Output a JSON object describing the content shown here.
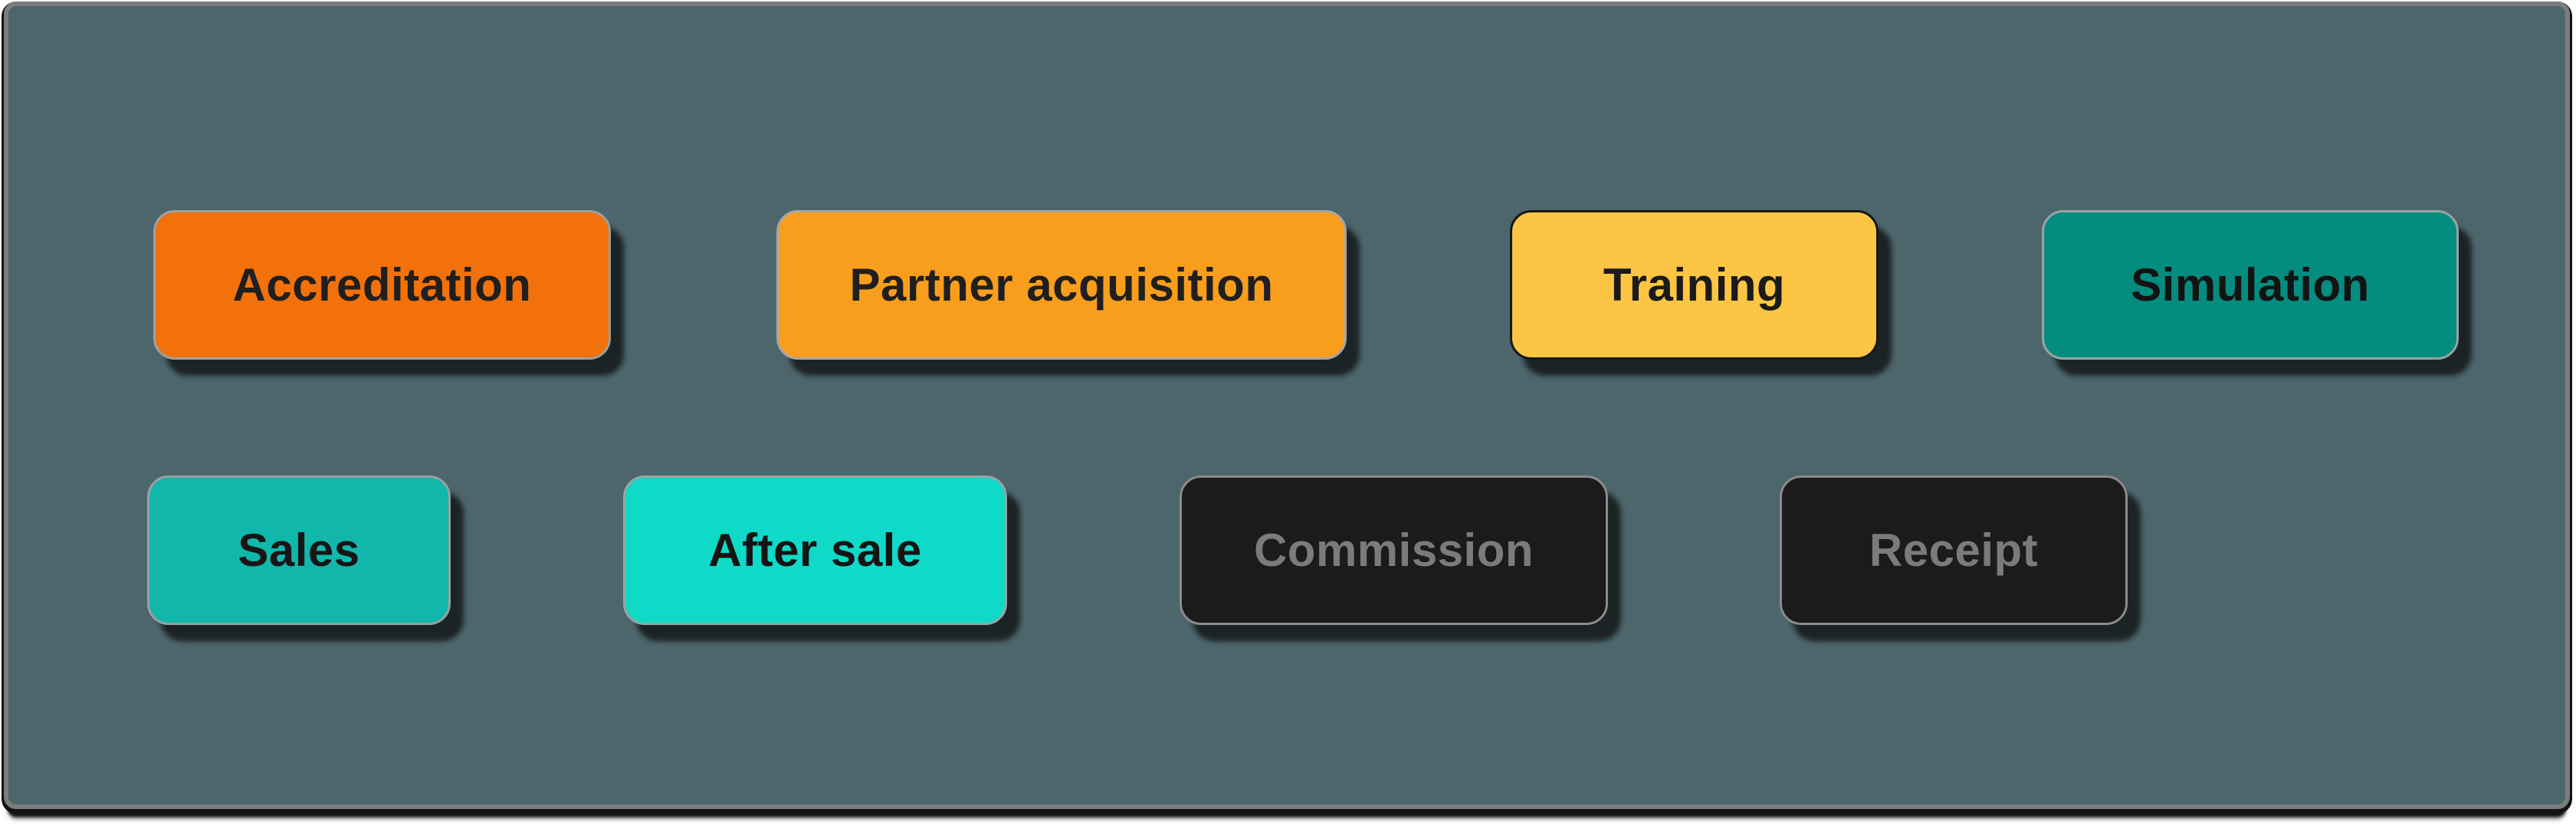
{
  "frame": {
    "background": "#4D666C",
    "border_color": "#7C7C7C",
    "shadow_color": "#131313"
  },
  "nodes": {
    "accreditation": {
      "label": "Accreditation",
      "fill": "#F2710A",
      "text_color": "#1F1F1F",
      "border_color": "#99A1A2"
    },
    "partner": {
      "label": "Partner acquisition",
      "fill": "#F99E1C",
      "text_color": "#1F1F1F",
      "border_color": "#A6A6A6"
    },
    "training": {
      "label": "Training",
      "fill": "#FCC544",
      "text_color": "#1A1A1A",
      "border_color": "#161616"
    },
    "simulation": {
      "label": "Simulation",
      "fill": "#048C7F",
      "text_color": "#131313",
      "border_color": "#9AA3A3"
    },
    "sales": {
      "label": "Sales",
      "fill": "#12B7AB",
      "text_color": "#161616",
      "border_color": "#99A1A2"
    },
    "aftersale": {
      "label": "After sale",
      "fill": "#0EDAC7",
      "text_color": "#141414",
      "border_color": "#9AA3A3"
    },
    "commission": {
      "label": "Commission",
      "fill": "#1B1B1B",
      "text_color": "#7B7B7B",
      "border_color": "#8B8B8B"
    },
    "receipt": {
      "label": "Receipt",
      "fill": "#1B1B1B",
      "text_color": "#7B7B7B",
      "border_color": "#8B8B8B"
    }
  }
}
